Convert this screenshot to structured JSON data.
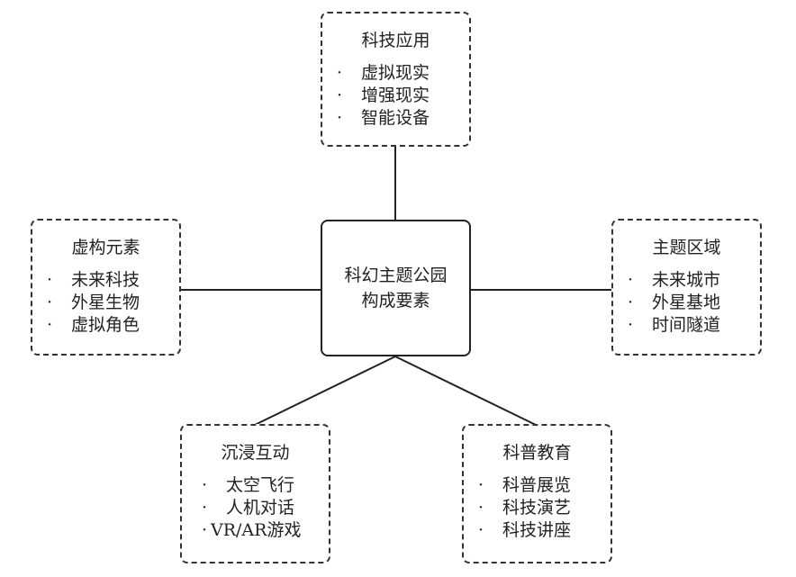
{
  "center": {
    "line1": "科幻主题公园",
    "line2": "构成要素"
  },
  "nodes": {
    "top": {
      "title": "科技应用",
      "items": [
        "虚拟现实",
        "增强现实",
        "智能设备"
      ]
    },
    "left": {
      "title": "虚构元素",
      "items": [
        "未来科技",
        "外星生物",
        "虚拟角色"
      ]
    },
    "right": {
      "title": "主题区域",
      "items": [
        "未来城市",
        "外星基地",
        "时间隧道"
      ]
    },
    "bottom_left": {
      "title": "沉浸互动",
      "items": [
        "太空飞行",
        "人机对话",
        "VR/AR游戏"
      ]
    },
    "bottom_right": {
      "title": "科普教育",
      "items": [
        "科普展览",
        "科技演艺",
        "科技讲座"
      ]
    }
  },
  "bullet": "·"
}
